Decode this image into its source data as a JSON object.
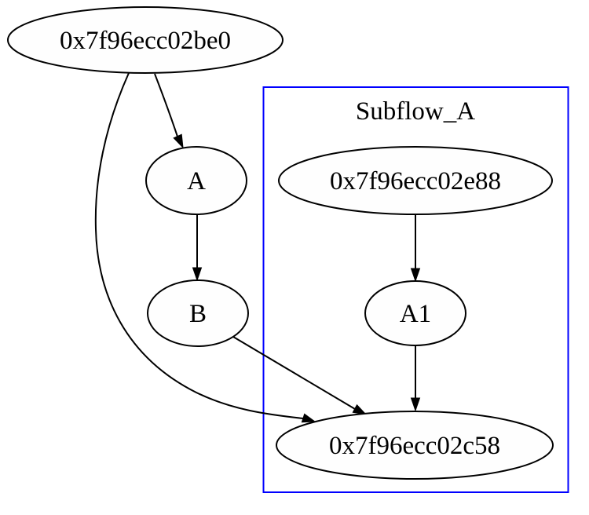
{
  "diagram": {
    "type": "directed-graph",
    "background_color": "#ffffff",
    "cluster": {
      "label": "Subflow_A",
      "border_color": "#0000ff"
    },
    "nodes": [
      {
        "id": "0x7f96ecc02be0",
        "label": "0x7f96ecc02be0",
        "shape": "ellipse",
        "in_cluster": false
      },
      {
        "id": "A",
        "label": "A",
        "shape": "ellipse",
        "in_cluster": false
      },
      {
        "id": "B",
        "label": "B",
        "shape": "ellipse",
        "in_cluster": false
      },
      {
        "id": "0x7f96ecc02e88",
        "label": "0x7f96ecc02e88",
        "shape": "ellipse",
        "in_cluster": true
      },
      {
        "id": "A1",
        "label": "A1",
        "shape": "ellipse",
        "in_cluster": true
      },
      {
        "id": "0x7f96ecc02c58",
        "label": "0x7f96ecc02c58",
        "shape": "ellipse",
        "in_cluster": true
      }
    ],
    "edges": [
      {
        "from": "0x7f96ecc02be0",
        "to": "A"
      },
      {
        "from": "0x7f96ecc02be0",
        "to": "0x7f96ecc02c58"
      },
      {
        "from": "A",
        "to": "B"
      },
      {
        "from": "B",
        "to": "0x7f96ecc02c58"
      },
      {
        "from": "0x7f96ecc02e88",
        "to": "A1"
      },
      {
        "from": "A1",
        "to": "0x7f96ecc02c58"
      }
    ],
    "colors": {
      "node_stroke": "#000000",
      "edge": "#000000",
      "text": "#000000"
    }
  }
}
